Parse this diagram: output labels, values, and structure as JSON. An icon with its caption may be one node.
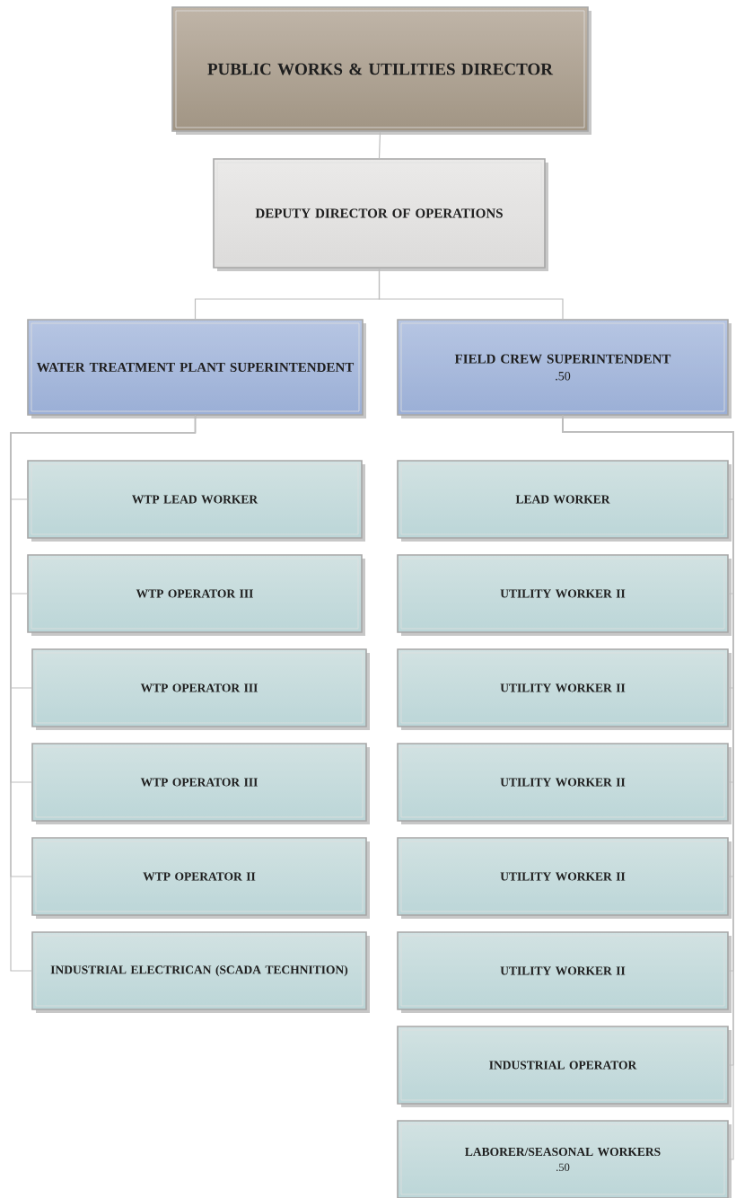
{
  "diagram": {
    "nodes": [
      {
        "text": [
          "PUBLIC WORKS & UTILITIES DIRECTOR"
        ]
      },
      {
        "text": [
          "DEPUTY DIRECTOR OF OPERATIONS"
        ]
      },
      {
        "text": [
          "WATER TREATMENT PLANT SUPERINTENDENT"
        ]
      },
      {
        "text": [
          "FIELD CREW SUPERINTENDENT",
          ".50"
        ]
      },
      {
        "text": [
          "WTP LEAD WORKER"
        ]
      },
      {
        "text": [
          "WTP OPERATOR III"
        ]
      },
      {
        "text": [
          "WTP OPERATOR III"
        ]
      },
      {
        "text": [
          "WTP OPERATOR III"
        ]
      },
      {
        "text": [
          "WTP OPERATOR II"
        ]
      },
      {
        "text": [
          "INDUSTRIAL ELECTRICAN (SCADA TECHNITION)"
        ]
      },
      {
        "text": [
          "LEAD WORKER"
        ]
      },
      {
        "text": [
          "UTILITY WORKER II"
        ]
      },
      {
        "text": [
          "UTILITY WORKER II"
        ]
      },
      {
        "text": [
          "UTILITY WORKER  II"
        ]
      },
      {
        "text": [
          "UTILITY WORKER II"
        ]
      },
      {
        "text": [
          "UTILITY WORKER II"
        ]
      },
      {
        "text": [
          "INDUSTRIAL OPERATOR"
        ]
      },
      {
        "text": [
          "LABORER/SEASONAL WORKERS",
          ".50"
        ]
      }
    ],
    "edges": [
      {
        "from": 0,
        "to": 1,
        "arrow": "none"
      },
      {
        "from": 1,
        "to": 2,
        "arrow": "none"
      },
      {
        "from": 1,
        "to": 3,
        "arrow": "none"
      },
      {
        "from": 2,
        "to": 4,
        "arrow": "none"
      },
      {
        "from": 2,
        "to": 5,
        "arrow": "none"
      },
      {
        "from": 2,
        "to": 6,
        "arrow": "none"
      },
      {
        "from": 2,
        "to": 7,
        "arrow": "none"
      },
      {
        "from": 2,
        "to": 8,
        "arrow": "none"
      },
      {
        "from": 2,
        "to": 9,
        "arrow": "none"
      },
      {
        "from": 3,
        "to": 10,
        "arrow": "none"
      },
      {
        "from": 3,
        "to": 11,
        "arrow": "none"
      },
      {
        "from": 3,
        "to": 12,
        "arrow": "none"
      },
      {
        "from": 3,
        "to": 13,
        "arrow": "none"
      },
      {
        "from": 3,
        "to": 14,
        "arrow": "none"
      },
      {
        "from": 3,
        "to": 15,
        "arrow": "none"
      },
      {
        "from": 3,
        "to": 16,
        "arrow": "none"
      },
      {
        "from": 3,
        "to": 17,
        "arrow": "none"
      }
    ]
  }
}
